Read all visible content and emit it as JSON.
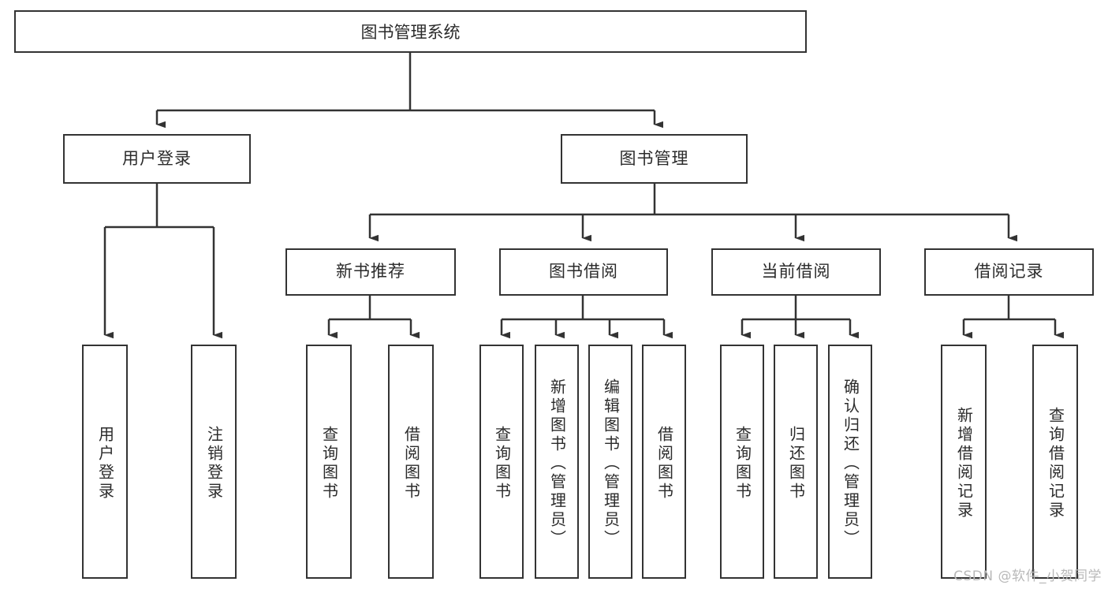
{
  "diagram": {
    "type": "tree-hierarchy",
    "title": "图书管理系统",
    "colors": {
      "border": "#333333",
      "fill": "#ffffff",
      "text": "#2b2b2b",
      "watermark": "#b9b9b9"
    },
    "levels": {
      "root": {
        "label": "图书管理系统"
      },
      "level2": [
        {
          "label": "用户登录"
        },
        {
          "label": "图书管理"
        }
      ],
      "level3": [
        {
          "label": "新书推荐"
        },
        {
          "label": "图书借阅"
        },
        {
          "label": "当前借阅"
        },
        {
          "label": "借阅记录"
        }
      ],
      "leaves": {
        "user_login": [
          {
            "label": "用户登录"
          },
          {
            "label": "注销登录"
          }
        ],
        "new_book_recommend": [
          {
            "label": "查询图书"
          },
          {
            "label": "借阅图书"
          }
        ],
        "book_borrow": [
          {
            "label": "查询图书"
          },
          {
            "label": "新增图书（管理员）"
          },
          {
            "label": "编辑图书（管理员）"
          },
          {
            "label": "借阅图书"
          }
        ],
        "current_borrow": [
          {
            "label": "查询图书"
          },
          {
            "label": "归还图书"
          },
          {
            "label": "确认归还（管理员）"
          }
        ],
        "borrow_records": [
          {
            "label": "新增借阅记录"
          },
          {
            "label": "查询借阅记录"
          }
        ]
      }
    }
  },
  "watermark": {
    "text": "CSDN @软件_小贺同学"
  }
}
